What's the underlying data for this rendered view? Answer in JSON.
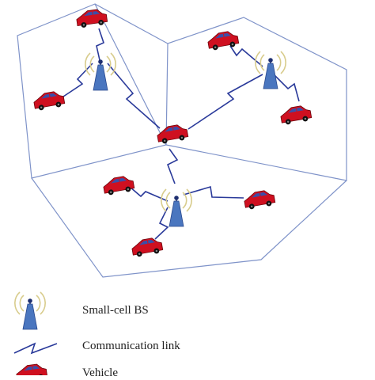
{
  "colors": {
    "cell_border": "#7f93c9",
    "link": "#2a3a9a",
    "car_body": "#cf1020",
    "car_window": "#3a4fa8",
    "bs_tower": "#4a76bf",
    "bs_wave": "#d8cc8c"
  },
  "legend": {
    "bs_label": "Small-cell BS",
    "link_label": "Communication link",
    "vehicle_label": "Vehicle"
  }
}
